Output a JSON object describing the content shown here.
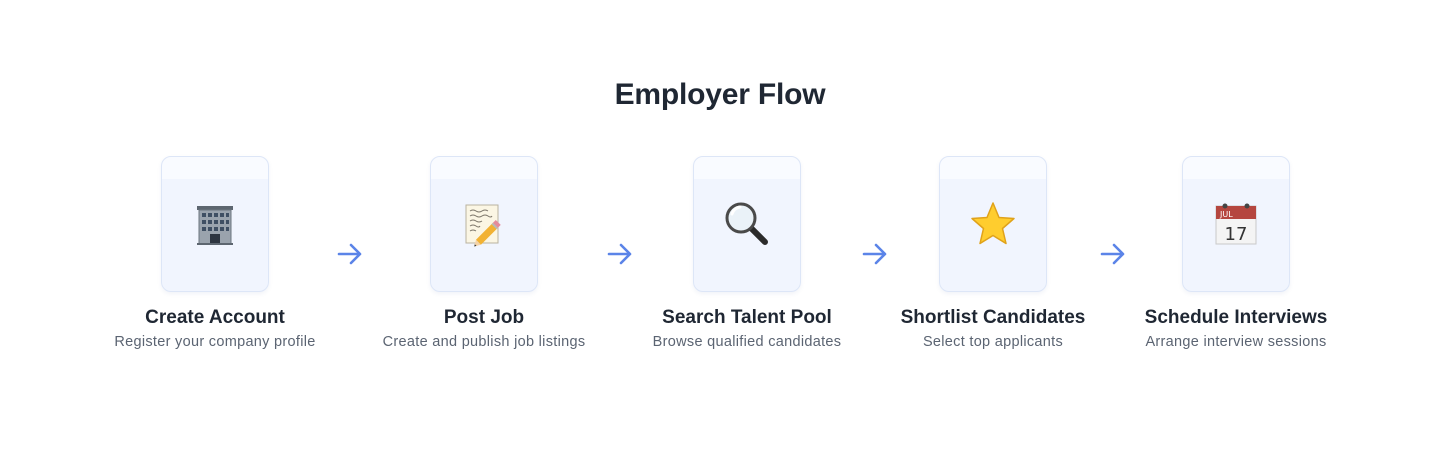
{
  "title": "Employer Flow",
  "accent_color": "#5b84e8",
  "steps": [
    {
      "icon": "office-building-icon",
      "title": "Create Account",
      "description": "Register your company profile"
    },
    {
      "icon": "memo-pencil-icon",
      "title": "Post Job",
      "description": "Create and publish job listings"
    },
    {
      "icon": "magnifying-glass-icon",
      "title": "Search Talent Pool",
      "description": "Browse qualified candidates"
    },
    {
      "icon": "star-icon",
      "title": "Shortlist Candidates",
      "description": "Select top applicants"
    },
    {
      "icon": "calendar-icon",
      "title": "Schedule Interviews",
      "description": "Arrange interview sessions"
    }
  ],
  "calendar": {
    "month": "JUL",
    "day": "17"
  }
}
